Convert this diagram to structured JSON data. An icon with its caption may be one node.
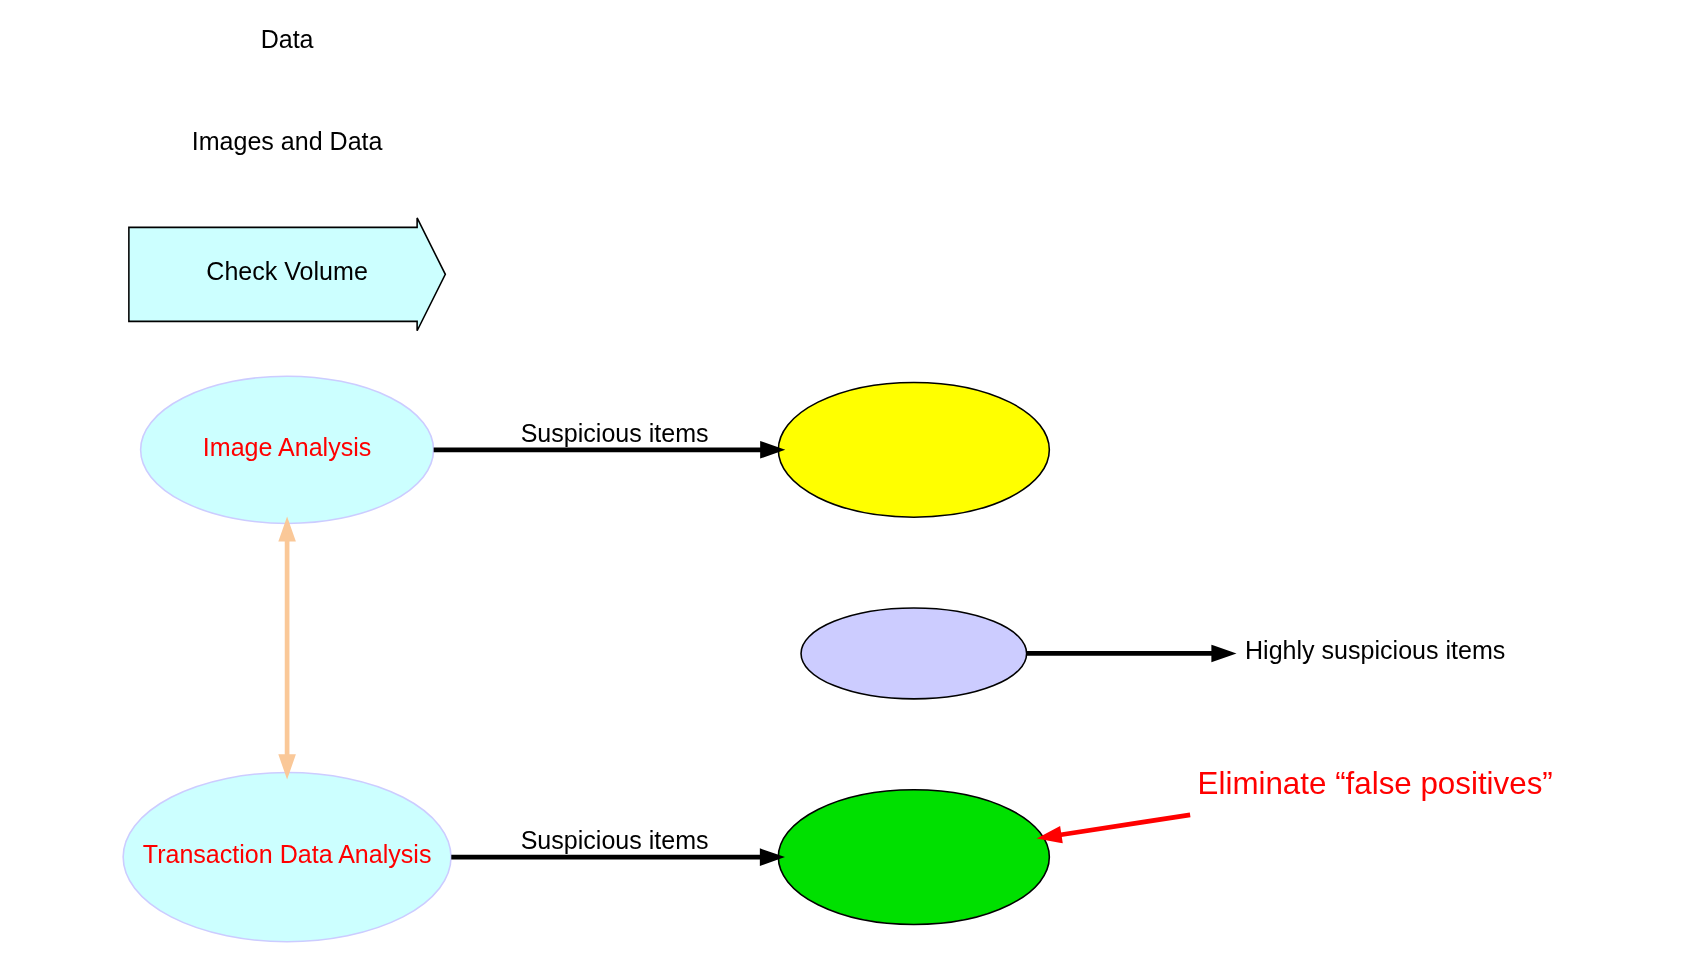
{
  "diagram": {
    "nodes": [
      {
        "text": [
          "Image Analysis"
        ]
      },
      {
        "text": [
          "Check Volume"
        ]
      },
      {
        "text": [
          "Transaction Data Analysis"
        ]
      },
      {
        "text": [],
        "shape": "ellipse"
      },
      {
        "text": [],
        "shape": "ellipse"
      },
      {
        "text": [],
        "shape": "ellipse"
      },
      {
        "text": [
          "Highly suspicious items"
        ]
      },
      {
        "text": [
          "Eliminate “false positives”"
        ]
      }
    ],
    "edges": [
      {
        "from": 0,
        "to": 2,
        "arrow": "both",
        "color": "#fac898"
      },
      {
        "from": 0,
        "to": 3,
        "arrow": "to",
        "label": "Suspicious items"
      },
      {
        "from": 2,
        "to": 5,
        "arrow": "to",
        "label": "Suspicious items"
      },
      {
        "from": 4,
        "to": 6,
        "arrow": "to"
      },
      {
        "from": 7,
        "to": 5,
        "arrow": "to",
        "color": "#ff0000"
      }
    ],
    "labels": [
      "Images and Data",
      "Data"
    ]
  }
}
